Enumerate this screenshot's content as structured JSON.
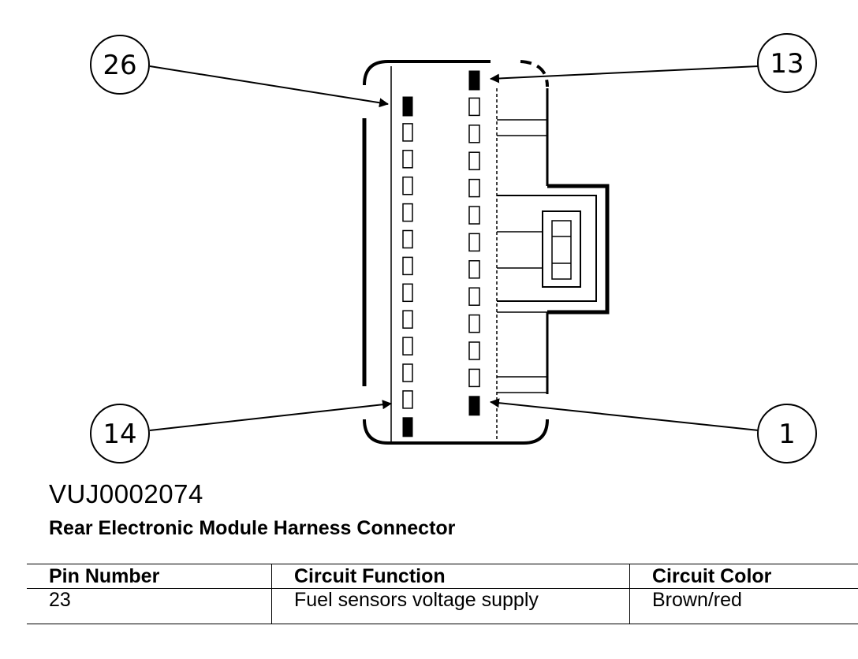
{
  "diagram": {
    "callouts": [
      {
        "id": "pin-26",
        "label": "26"
      },
      {
        "id": "pin-13",
        "label": "13"
      },
      {
        "id": "pin-14",
        "label": "14"
      },
      {
        "id": "pin-1",
        "label": "1"
      }
    ]
  },
  "figure_id": "VUJ0002074",
  "caption": "Rear Electronic Module Harness Connector",
  "table": {
    "headers": [
      "Pin Number",
      "Circuit Function",
      "Circuit Color"
    ],
    "rows": [
      [
        "23",
        "Fuel sensors voltage supply",
        "Brown/red"
      ]
    ]
  }
}
